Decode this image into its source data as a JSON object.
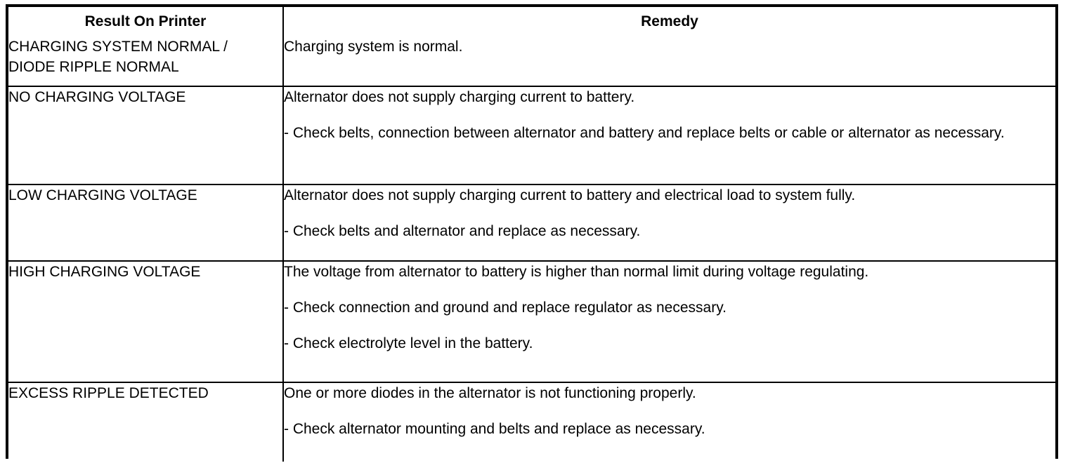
{
  "table": {
    "headers": {
      "result": "Result On Printer",
      "remedy": "Remedy"
    },
    "rows": [
      {
        "result": "CHARGING SYSTEM NORMAL /\nDIODE RIPPLE NORMAL",
        "remedy_lines": [
          {
            "text": "Charging system is normal.",
            "bullet": false
          }
        ]
      },
      {
        "result": "NO CHARGING VOLTAGE",
        "remedy_lines": [
          {
            "text": "Alternator does not supply charging current to battery.",
            "bullet": false
          },
          {
            "text": "- Check belts, connection between alternator and battery and replace belts or cable or alternator as necessary.",
            "bullet": true
          }
        ]
      },
      {
        "result": "LOW CHARGING VOLTAGE",
        "remedy_lines": [
          {
            "text": "Alternator does not supply charging current to battery and electrical load to system fully.",
            "bullet": false
          },
          {
            "text": "- Check belts and alternator and replace as necessary.",
            "bullet": true
          }
        ]
      },
      {
        "result": "HIGH CHARGING VOLTAGE",
        "remedy_lines": [
          {
            "text": "The voltage from alternator to battery is higher than normal limit during voltage regulating.",
            "bullet": false
          },
          {
            "text": "- Check connection and ground and replace regulator as necessary.",
            "bullet": true
          },
          {
            "text": "- Check electrolyte level in the battery.",
            "bullet": true
          }
        ]
      },
      {
        "result": "EXCESS RIPPLE DETECTED",
        "remedy_lines": [
          {
            "text": "One or more diodes in the alternator is not functioning properly.",
            "bullet": false
          },
          {
            "text": "- Check alternator mounting and belts and replace as necessary.",
            "bullet": true
          }
        ]
      }
    ]
  },
  "colors": {
    "border": "#000000",
    "text": "#000000",
    "background": "#ffffff"
  }
}
